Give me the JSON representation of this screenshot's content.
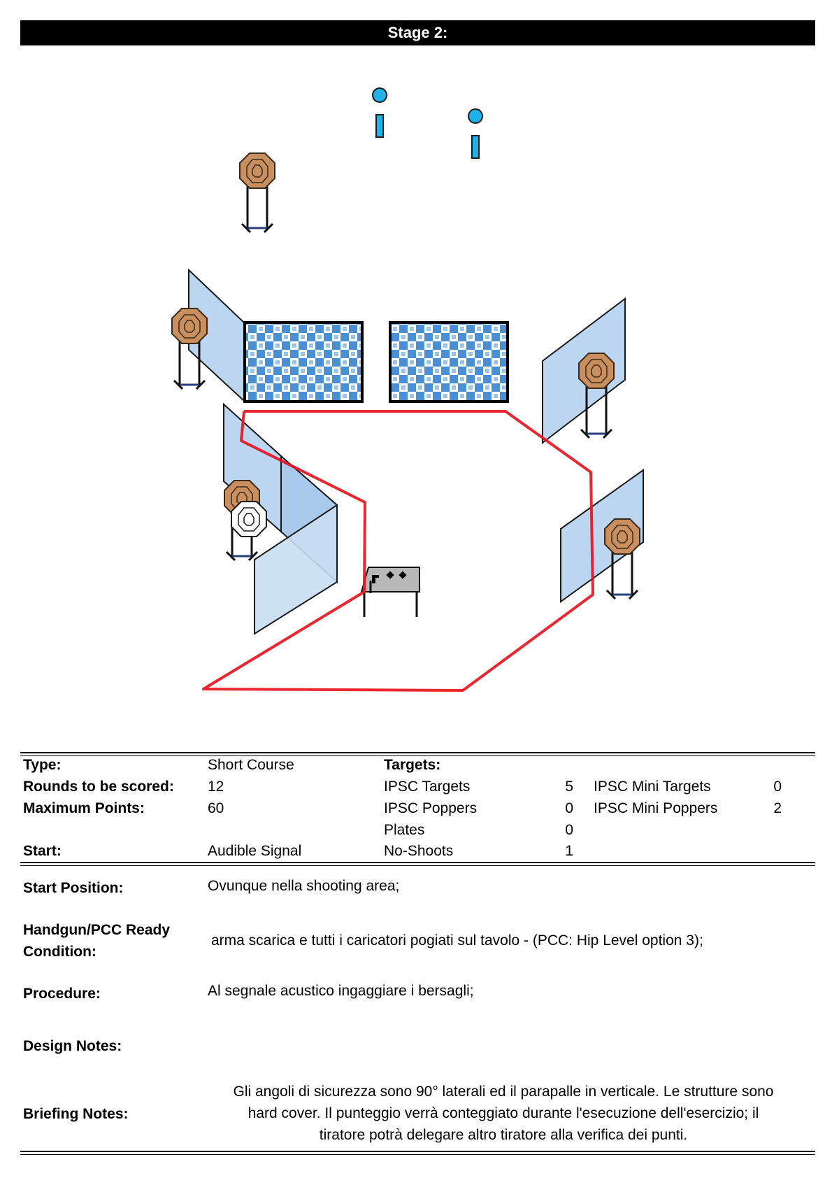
{
  "title": "Stage 2:",
  "summary": {
    "type_label": "Type:",
    "type_value": "Short Course",
    "rounds_label": "Rounds to be scored:",
    "rounds_value": "12",
    "points_label": "Maximum Points:",
    "points_value": "60",
    "start_label": "Start:",
    "start_value": "Audible Signal"
  },
  "targets": {
    "header": "Targets:",
    "ipsc_targets_label": "IPSC Targets",
    "ipsc_targets_value": "5",
    "ipsc_poppers_label": "IPSC Poppers",
    "ipsc_poppers_value": "0",
    "plates_label": "Plates",
    "plates_value": "0",
    "no_shoots_label": "No-Shoots",
    "no_shoots_value": "1",
    "mini_targets_label": "IPSC Mini Targets",
    "mini_targets_value": "0",
    "mini_poppers_label": "IPSC Mini Poppers",
    "mini_poppers_value": "2"
  },
  "details": {
    "start_position_label": "Start Position:",
    "start_position_value": "Ovunque nella shooting area;",
    "ready_label_1": "Handgun/PCC Ready",
    "ready_label_2": "Condition:",
    "ready_value": "arma scarica e tutti i caricatori pogiati sul tavolo - (PCC: Hip Level option 3);",
    "procedure_label": "Procedure:",
    "procedure_value": "Al segnale acustico ingaggiare i bersagli;",
    "design_label": "Design Notes:",
    "briefing_label": "Briefing Notes:",
    "briefing_value_1": "Gli angoli di sicurezza sono 90° laterali ed il parapalle in verticale. Le strutture sono",
    "briefing_value_2": "hard cover. Il punteggio verrà conteggiato durante l'esecuzione dell'esercizio; il",
    "briefing_value_3": "tiratore potrà delegare altro tiratore alla verifica  dei punti."
  },
  "colors": {
    "fault_line": "#e8141e",
    "popper": "#1fb2e8",
    "target_fill": "#c98f5e",
    "wall_fill": "#bcd6f2",
    "barrier_check": "#4a8fd4"
  }
}
